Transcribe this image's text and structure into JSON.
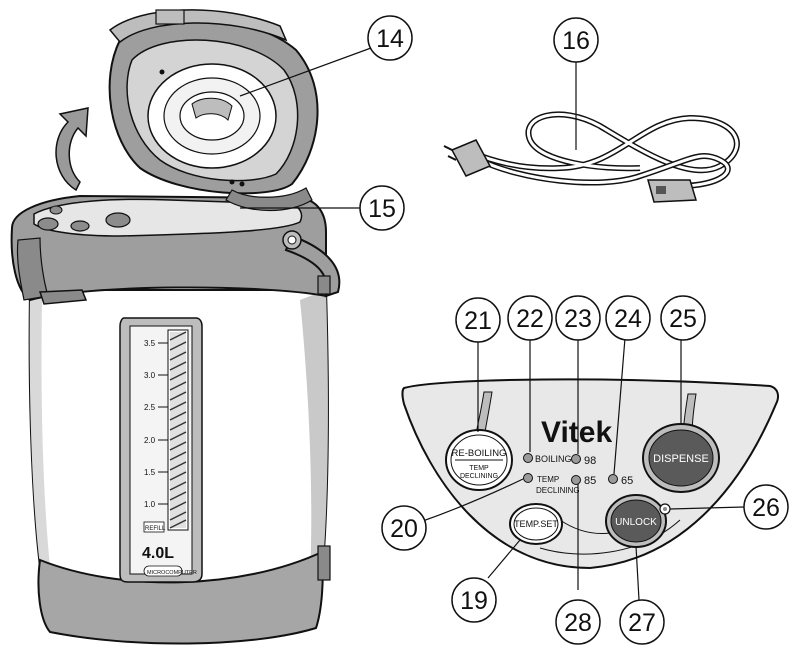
{
  "product": {
    "capacity_label": "4.0L",
    "gauge_marks": [
      "3.5",
      "3.0",
      "2.5",
      "2.0",
      "1.5",
      "1.0"
    ],
    "refill_label": "REFILL",
    "microcomputer_label": "MICROCOMPUTER"
  },
  "panel": {
    "brand": "Vitek",
    "reboil_button": {
      "line1": "RE-BOILING",
      "line2": "TEMP",
      "line3": "DECLINING"
    },
    "tempset_button": "TEMP.SET",
    "dispense_button": "DISPENSE",
    "unlock_button": "UNLOCK",
    "indicators": {
      "boiling": "BOILING",
      "temp_declining_1": "TEMP",
      "temp_declining_2": "DECLINING",
      "t98": "98",
      "t85": "85",
      "t65": "65"
    }
  },
  "callouts": {
    "c14": "14",
    "c15": "15",
    "c16": "16",
    "c19": "19",
    "c20": "20",
    "c21": "21",
    "c22": "22",
    "c23": "23",
    "c24": "24",
    "c25": "25",
    "c26": "26",
    "c27": "27",
    "c28": "28"
  }
}
